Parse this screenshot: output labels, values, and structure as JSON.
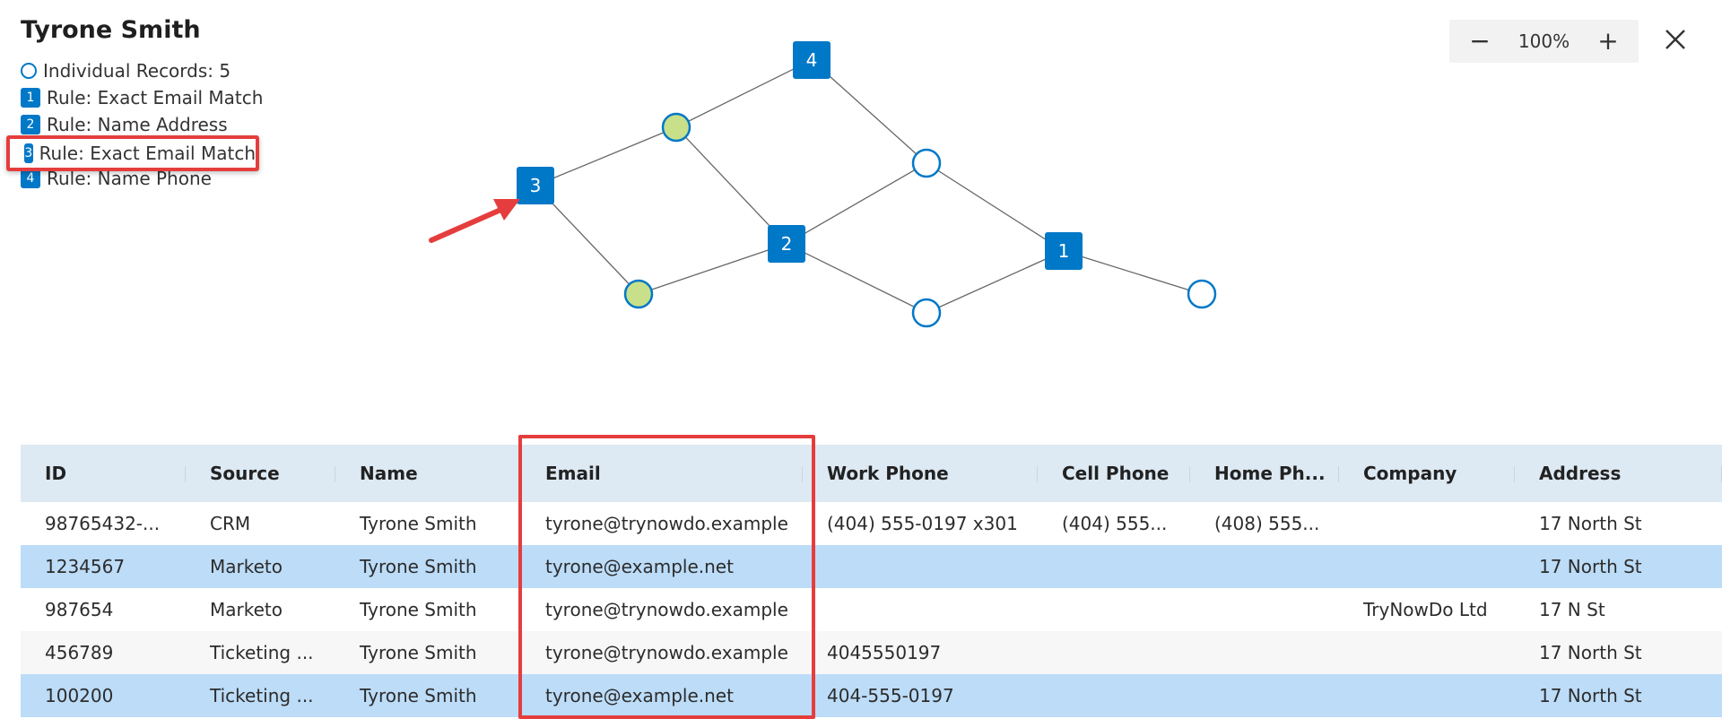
{
  "dialog": {
    "title": "Tyrone Smith"
  },
  "legend": {
    "records_label": "Individual Records: 5",
    "rules": [
      {
        "num": "1",
        "label": "Rule: Exact Email Match"
      },
      {
        "num": "2",
        "label": "Rule: Name Address"
      },
      {
        "num": "3",
        "label": "Rule: Exact Email Match"
      },
      {
        "num": "4",
        "label": "Rule: Name Phone"
      }
    ]
  },
  "graph": {
    "rule_nodes": [
      "1",
      "2",
      "3",
      "4"
    ]
  },
  "zoom": {
    "level": "100%"
  },
  "colors": {
    "accent": "#0078c8",
    "highlight": "#e53d3d",
    "matched_node": "#c8e08a",
    "row_alt": "#bcdcf8",
    "header_bg": "#dde9f3"
  },
  "icons": {
    "zoom_out": "minus-icon",
    "zoom_in": "plus-icon",
    "close": "close-icon",
    "annotation": "red-arrow-icon"
  },
  "table": {
    "columns": [
      "ID",
      "Source",
      "Name",
      "Email",
      "Work Phone",
      "Cell Phone",
      "Home Ph...",
      "Company",
      "Address"
    ],
    "rows": [
      [
        "98765432-...",
        "CRM",
        "Tyrone Smith",
        "tyrone@trynowdo.example",
        "(404) 555-0197 x301",
        "(404) 555...",
        "(408) 555...",
        "",
        "17 North St"
      ],
      [
        "1234567",
        "Marketo",
        "Tyrone Smith",
        "tyrone@example.net",
        "",
        "",
        "",
        "",
        "17 North St"
      ],
      [
        "987654",
        "Marketo",
        "Tyrone Smith",
        "tyrone@trynowdo.example",
        "",
        "",
        "",
        "TryNowDo Ltd",
        "17 N St"
      ],
      [
        "456789",
        "Ticketing ...",
        "Tyrone Smith",
        "tyrone@trynowdo.example",
        "4045550197",
        "",
        "",
        "",
        "17 North St"
      ],
      [
        "100200",
        "Ticketing ...",
        "Tyrone Smith",
        "tyrone@example.net",
        "404-555-0197",
        "",
        "",
        "",
        "17 North St"
      ]
    ]
  }
}
